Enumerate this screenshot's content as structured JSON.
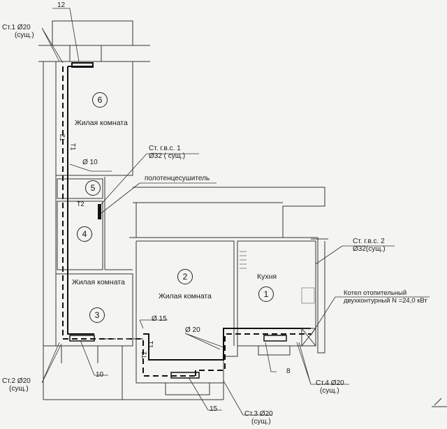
{
  "rooms": [
    {
      "number": "1",
      "name": "Кухня"
    },
    {
      "number": "2",
      "name": "Жилая комната"
    },
    {
      "number": "3",
      "name": "Жилая комната"
    },
    {
      "number": "4",
      "name": ""
    },
    {
      "number": "5",
      "name": ""
    },
    {
      "number": "6",
      "name": "Жилая комната"
    }
  ],
  "risers": {
    "st1": {
      "line1": "Ст.1 Ø20",
      "line2": "(сущ.)"
    },
    "st2": {
      "line1": "Ст.2 Ø20",
      "line2": "(сущ.)"
    },
    "st3": {
      "line1": "Ст.3 Ø20",
      "line2": "(сущ.)"
    },
    "st4": {
      "line1": "Ст.4 Ø20",
      "line2": "(сущ.)"
    },
    "gvs1": {
      "line1": "Ст. г.в.с. 1",
      "line2": "Ø32 ( сущ.)"
    },
    "gvs2": {
      "line1": "Ст. г.в.с. 2",
      "line2": "Ø32(сущ.)"
    }
  },
  "towel_dryer": "полотенцесушитель",
  "boiler": {
    "line1": "Котел отопительный",
    "line2": "двухконтурный N =24,0 кВт"
  },
  "radiators": [
    "12",
    "10",
    "15",
    "8"
  ],
  "diameters": [
    "Ø 10",
    "Ø 15",
    "Ø 20"
  ],
  "pipe_labels": {
    "supply": "T1",
    "return": "T2"
  }
}
